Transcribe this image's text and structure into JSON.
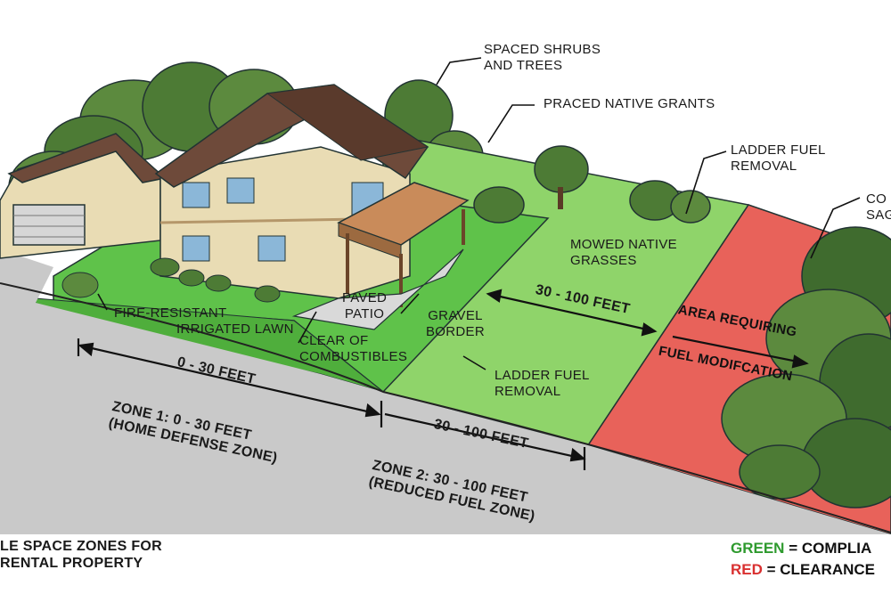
{
  "labels": {
    "spaced_shrubs": [
      "SPACED SHRUBS",
      "AND TREES"
    ],
    "praced_native": "PRACED NATIVE GRANTS",
    "ladder_fuel_top": [
      "LADDER FUEL",
      "REMOVAL"
    ],
    "co_sag": [
      "CO",
      "SAG"
    ],
    "mowed_native": [
      "MOWED NATIVE",
      "GRASSES"
    ],
    "paved_patio": [
      "PAVED",
      "PATIO"
    ],
    "gravel_border": [
      "GRAVEL",
      "BORDER"
    ],
    "fire_resistant": [
      "FIRE-RESISTANT",
      "IRRIGATED LAWN"
    ],
    "clear_of": [
      "CLEAR OF",
      "COMBUSTIBLES"
    ],
    "ladder_fuel_bottom": [
      "LADDER FUEL",
      "REMOVAL"
    ],
    "dist_30_100_mid": "30 - 100 FEET",
    "area_requiring": "AREA REQUIRING",
    "fuel_mod": "FUEL MODIFCATION",
    "dist_0_30": "0 - 30 FEET",
    "dist_30_100_bottom": "30 - 100 FEET",
    "zone1": [
      "ZONE 1: 0 - 30 FEET",
      "(HOME DEFENSE ZONE)"
    ],
    "zone2": [
      "ZONE 2: 30 - 100 FEET",
      "(REDUCED FUEL ZONE)"
    ],
    "title": [
      "LE SPACE ZONES FOR",
      "RENTAL PROPERTY"
    ]
  },
  "legend": {
    "green_word": "GREEN",
    "green_rest": " = COMPLIA",
    "red_word": "RED",
    "red_rest": " = CLEARANCE"
  },
  "colors": {
    "zone1_green": "#5fc24a",
    "zone2_green": "#8fd46a",
    "red_zone": "#e8625a",
    "road": "#c9c9c9",
    "house_wall": "#e9dcb4",
    "roof": "#6e4a3a",
    "tree_dark": "#3f6b2e",
    "tree_mid": "#5c8a3e"
  }
}
